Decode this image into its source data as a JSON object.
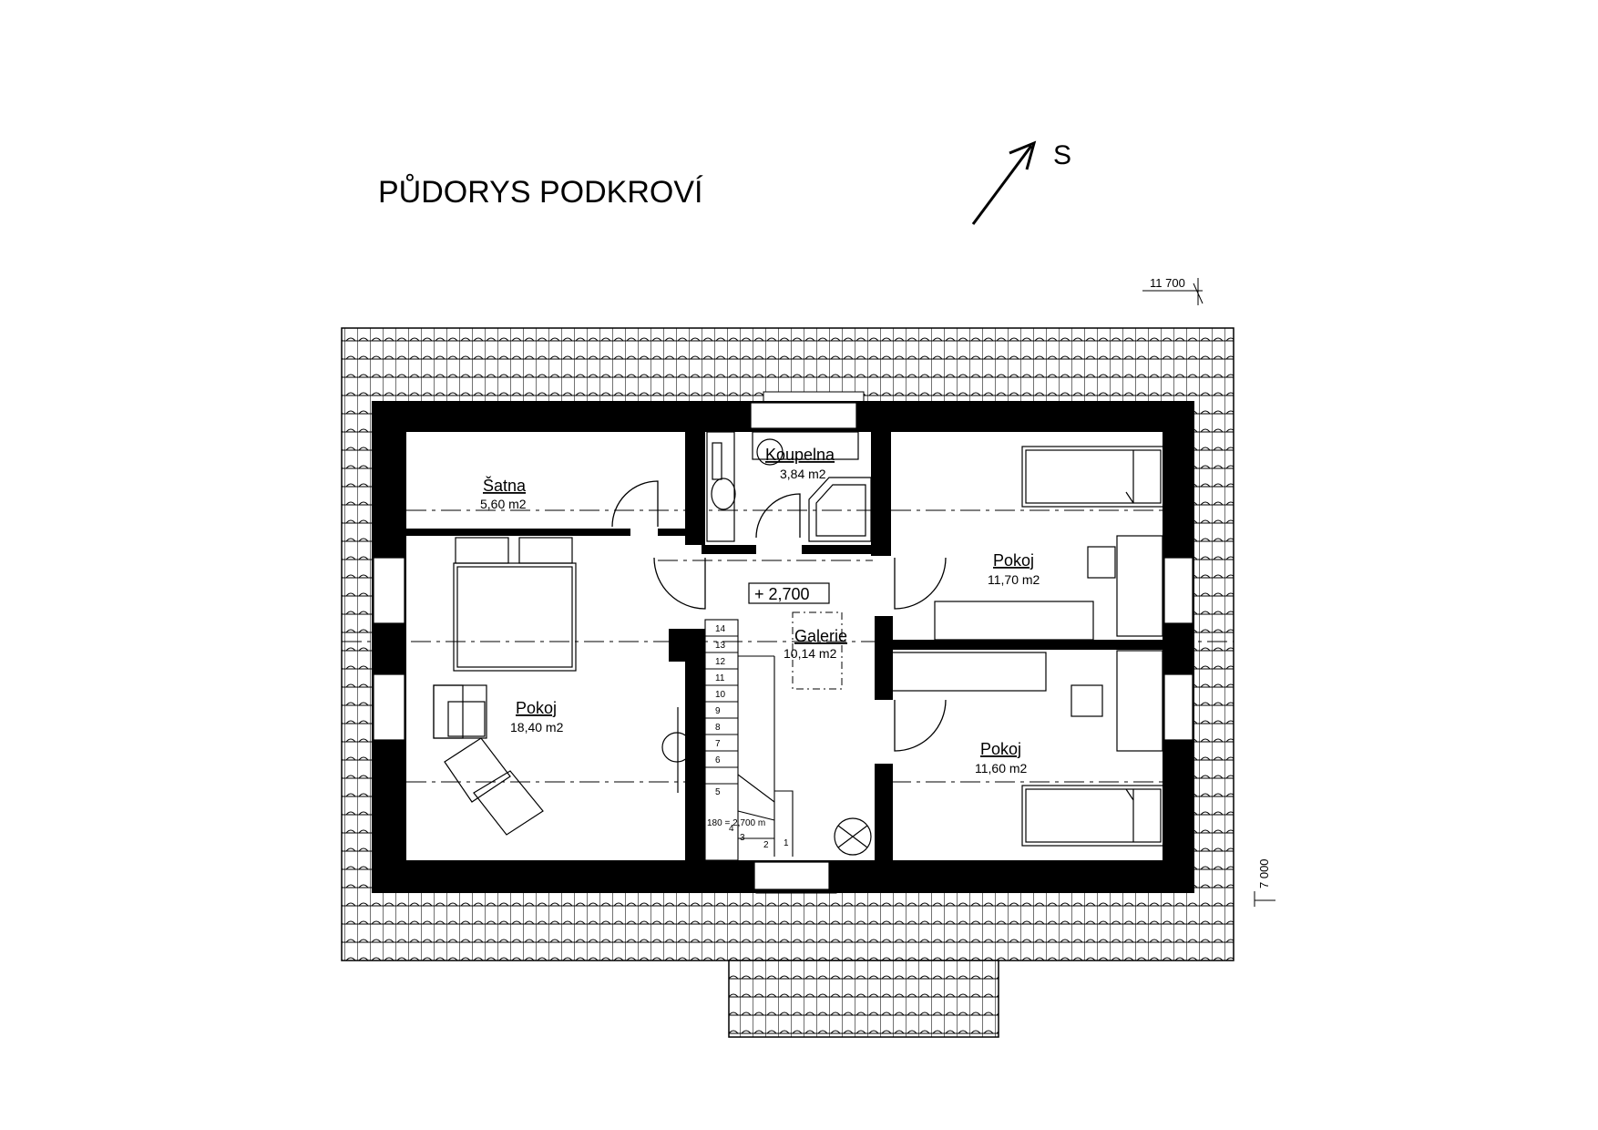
{
  "title": "PŮDORYS PODKROVÍ",
  "north_label": "S",
  "dimensions": {
    "top_elevation": "11 700",
    "side_elevation": "7 000"
  },
  "level_tag": "+ 2,700",
  "rooms": {
    "satna": {
      "name": "Šatna",
      "area": "5,60 m2"
    },
    "koupelna": {
      "name": "Koupelna",
      "area": "3,84 m2"
    },
    "galerie": {
      "name": "Galerie",
      "area": "10,14 m2"
    },
    "pokoj_left": {
      "name": "Pokoj",
      "area": "18,40 m2"
    },
    "pokoj_right_top": {
      "name": "Pokoj",
      "area": "11,70 m2"
    },
    "pokoj_right_bottom": {
      "name": "Pokoj",
      "area": "11,60 m2"
    }
  },
  "stairs": {
    "steps": [
      "1",
      "2",
      "3",
      "4",
      "5",
      "6",
      "7",
      "8",
      "9",
      "10",
      "11",
      "12",
      "13",
      "14"
    ],
    "note": "180 = 2,700 m"
  }
}
